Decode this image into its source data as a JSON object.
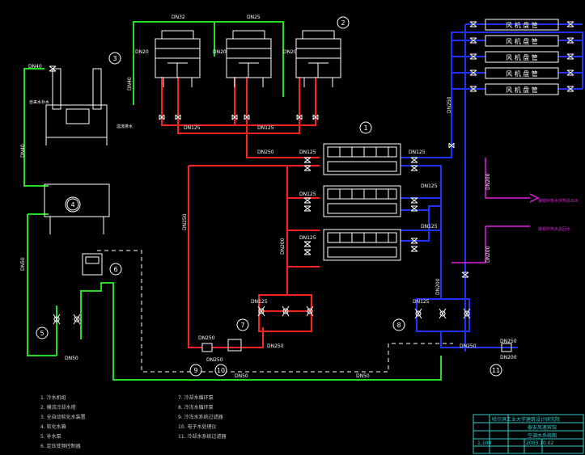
{
  "pipe_labels": {
    "dn32": "DN32",
    "dn25": "DN25",
    "dn20": "DN20",
    "dn40": "DN40",
    "dn125": "DN125",
    "dn250": "DN250",
    "dn200": "DN200",
    "dn50": "DN50"
  },
  "fcu_label": "风 机 盘 管",
  "fcu_rows": 5,
  "callouts": [
    "1",
    "2",
    "3",
    "4",
    "5",
    "6",
    "7",
    "8",
    "9",
    "10",
    "11"
  ],
  "side_notes": {
    "makeup_water": "自来水补水",
    "overflow": "溢流排水",
    "heating_supply": "接锅炉热水供热总出水",
    "heating_return": "接锅炉热水总回水"
  },
  "legend_left": [
    "1. 冷水机组",
    "2. 横流冷却水塔",
    "3. 全自动软化水装置",
    "4. 软化水箱",
    "5. 补水泵",
    "6. 定压变频控制器"
  ],
  "legend_right": [
    "7. 冷却水循环泵",
    "8. 冷冻水循环泵",
    "9. 冷冻水系统过滤器",
    "10. 电子水处理仪",
    "11. 冷却水系统过滤器"
  ],
  "title_block": {
    "company": "哈尔滨工业大学建筑设计研究院",
    "project": "泰安风速宾馆",
    "drawing": "空调水系统图",
    "date": "2003.10.02",
    "scale": "1:100"
  },
  "colors": {
    "background": "#000000",
    "condenser_water": "#ff2020",
    "chilled_water": "#2030ff",
    "makeup_green": "#22dd22",
    "heating": "#dd22dd",
    "equipment": "#ffffff",
    "title_block": "#33cccc"
  }
}
